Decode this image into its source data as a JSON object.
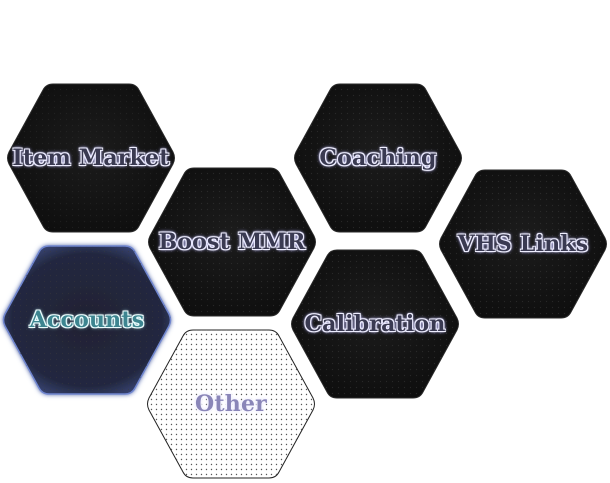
{
  "colors": {
    "tile_dark": "#141414",
    "tile_dark_edge": "#2a2a2a",
    "tile_accounts": "#23283a",
    "tile_accounts_glow": "#5a6fb0",
    "tile_other": "#ffffff",
    "label_glow": "#a9a6ff"
  },
  "menu": {
    "item_market": {
      "label": "Item Market"
    },
    "coaching": {
      "label": "Coaching"
    },
    "boost_mmr": {
      "label": "Boost MMR"
    },
    "vhs_links": {
      "label": "VHS Links"
    },
    "accounts": {
      "label": "Accounts"
    },
    "calibration": {
      "label": "Calibration"
    },
    "other": {
      "label": "Other"
    }
  }
}
